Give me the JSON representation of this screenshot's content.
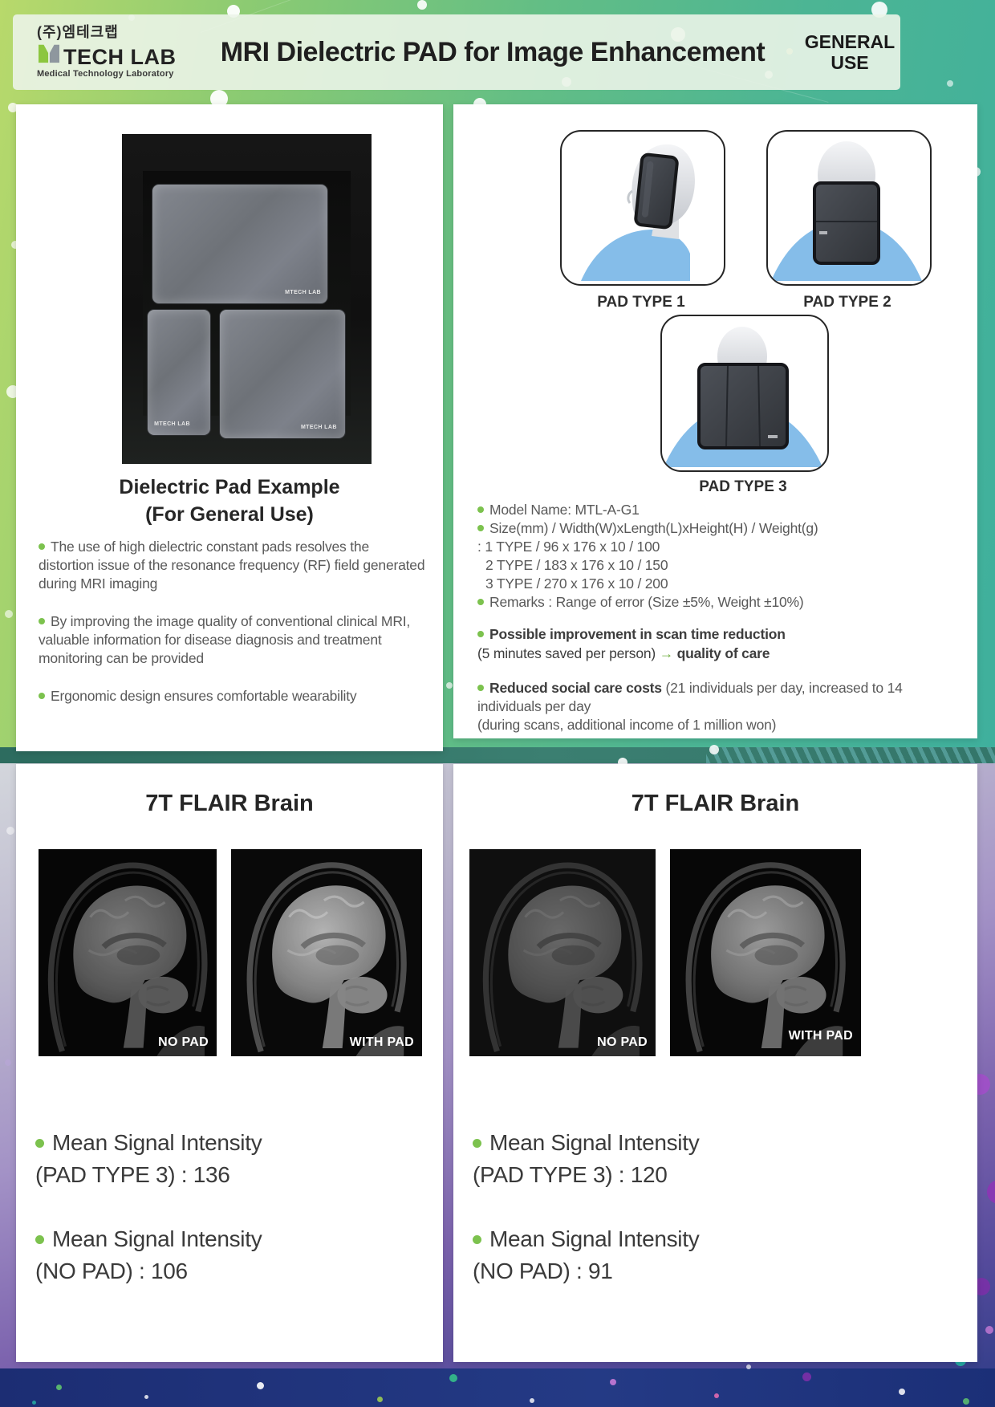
{
  "header": {
    "logo_korean": "(주)엠테크랩",
    "logo_name": "TECH LAB",
    "logo_subtitle": "Medical Technology Laboratory",
    "title": "MRI Dielectric PAD for Image Enhancement",
    "badge_line1": "GENERAL",
    "badge_line2": "USE"
  },
  "product_card": {
    "pad_brand": "MTECH LAB",
    "caption_line1": "Dielectric Pad Example",
    "caption_line2": "(For General Use)",
    "bullets": [
      "The use of high dielectric constant pads resolves the distortion issue of the resonance frequency (RF) field generated during MRI imaging",
      "By improving the image quality of conventional clinical MRI, valuable information for disease diagnosis and treatment monitoring can be provided",
      "Ergonomic design ensures comfortable wearability"
    ]
  },
  "pad_card": {
    "type1_label": "PAD TYPE 1",
    "type2_label": "PAD TYPE 2",
    "type3_label": "PAD TYPE 3",
    "specs": {
      "model": "Model Name: MTL-A-G1",
      "size": "Size(mm) / Width(W)xLength(L)xHeight(H) / Weight(g)",
      "type1": ": 1 TYPE / 96 x 176 x 10 / 100",
      "type2": "2 TYPE / 183 x 176 x 10 / 150",
      "type3": "3 TYPE / 270 x 176 x 10 / 200",
      "remarks": "Remarks : Range of error (Size ±5%, Weight ±10%)"
    },
    "highlight_scan": {
      "line1": "Possible improvement in scan time reduction",
      "line2_normal": "(5 minutes saved per person)",
      "arrow": "→",
      "line2_bold": "quality of care"
    },
    "highlight_cost": {
      "bold": "Reduced social care costs",
      "rest": " (21 individuals per day, increased to 14 individuals per day",
      "line3": "(during scans, additional income of 1 million won)"
    }
  },
  "results": [
    {
      "title": "7T FLAIR Brain",
      "img1_label": "NO PAD",
      "img2_label": "WITH PAD",
      "metric1_line1": "Mean Signal Intensity",
      "metric1_line2": "(PAD TYPE 3) : 136",
      "metric2_line1": "Mean Signal Intensity",
      "metric2_line2": "(NO PAD) : 106"
    },
    {
      "title": "7T FLAIR Brain",
      "img1_label": "NO PAD",
      "img2_label": "WITH PAD",
      "metric1_line1": "Mean Signal Intensity",
      "metric1_line2": "(PAD TYPE 3) : 120",
      "metric2_line1": "Mean Signal Intensity",
      "metric2_line2": "(NO PAD) : 91"
    }
  ],
  "colors": {
    "accent_green": "#7cc24e",
    "teal_band": "#34766a",
    "navy_band": "#203279"
  }
}
